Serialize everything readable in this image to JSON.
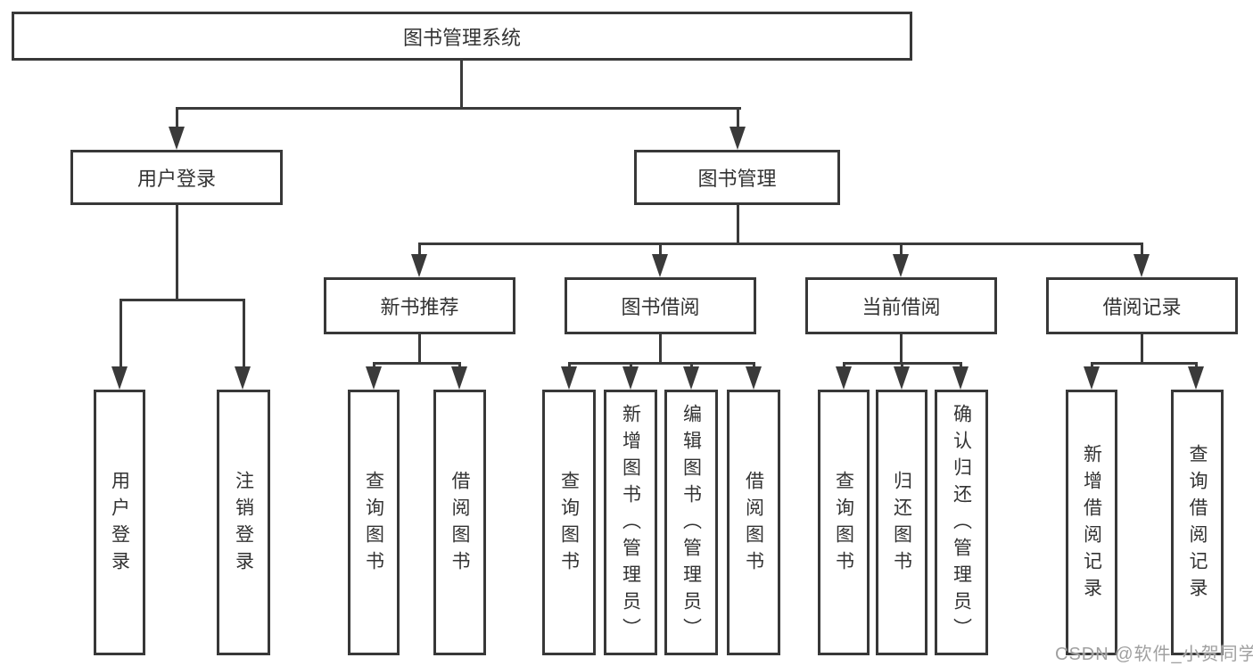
{
  "diagram": {
    "root": {
      "label": "图书管理系统"
    },
    "level2": [
      {
        "label": "用户登录"
      },
      {
        "label": "图书管理"
      }
    ],
    "level3": [
      {
        "label": "新书推荐"
      },
      {
        "label": "图书借阅"
      },
      {
        "label": "当前借阅"
      },
      {
        "label": "借阅记录"
      }
    ],
    "leaves": {
      "user_login": [
        "用户登录",
        "注销登录"
      ],
      "new_book": [
        "查询图书",
        "借阅图书"
      ],
      "book_borrow": [
        "查询图书",
        "新增图书（管理员）",
        "编辑图书（管理员）",
        "借阅图书"
      ],
      "current_borrow": [
        "查询图书",
        "归还图书",
        "确认归还（管理员）"
      ],
      "borrow_record": [
        "新增借阅记录",
        "查询借阅记录"
      ]
    }
  },
  "watermark": {
    "text": "CSDN @软件_小贺同学"
  },
  "colors": {
    "line": "#3a3a3a",
    "text": "#333333",
    "watermark": "#a0a0a0",
    "background": "#ffffff"
  }
}
